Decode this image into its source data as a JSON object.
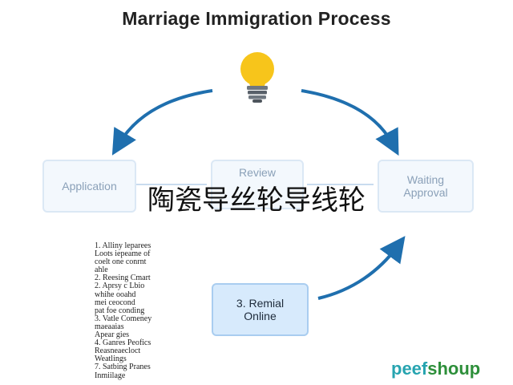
{
  "title": "Marriage Immigration Process",
  "nodes": {
    "application": "Application",
    "review": "Review",
    "approval_line1": "Waiting",
    "approval_line2": "Approval",
    "step3_line1": "3. Remial",
    "step3_line2": "Online"
  },
  "overlay_text": "陶瓷导丝轮导线轮",
  "steps": [
    "1. Alliny leparees",
    "Loots iepeame of",
    "coelt one conrnt",
    "ahle",
    "2. Reesing Cmart",
    "2. Aprsy c Lbio",
    "whihe ooahd",
    "mei ceocond",
    "pat foe conding",
    "3. Vatle Comeney",
    "maeaaias",
    "Apear gies",
    "4. Ganres Peofics",
    "Reasneaecloct",
    "Weatlings",
    "7. Satbing Pranes",
    "Inmiilage"
  ],
  "brand": {
    "part1": "peef",
    "part2": "shoup"
  },
  "colors": {
    "arrow": "#1f6fae",
    "bulb": "#f7c51b",
    "box_border": "#dbe8f5",
    "highlight_box": "#d7eafc"
  },
  "icons": {
    "bulb": "lightbulb-icon"
  }
}
